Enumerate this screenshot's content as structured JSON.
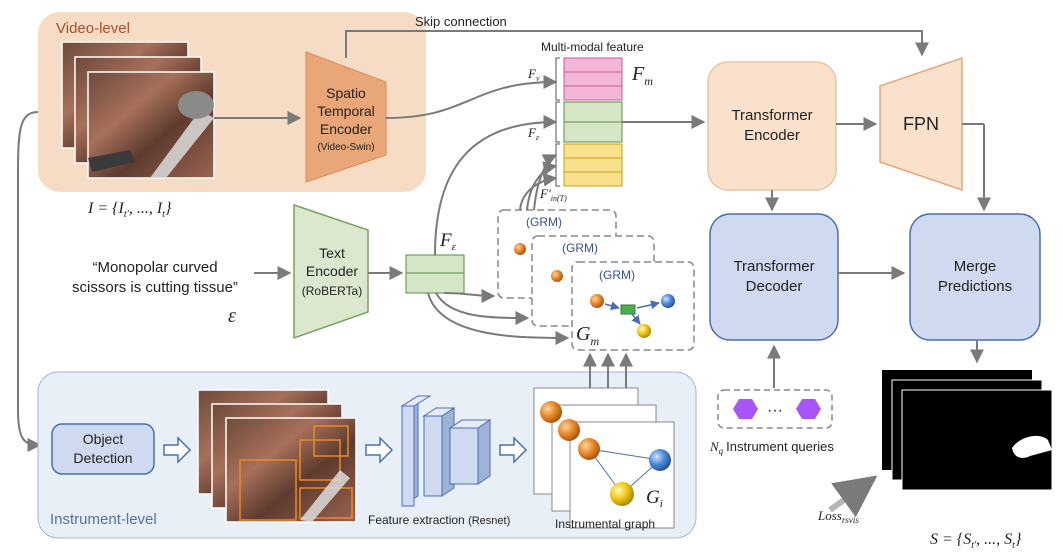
{
  "video_level": {
    "title": "Video-level",
    "input_formula": "I = {I",
    "input_formula_sub1": "t′",
    "input_formula_rest": ", ..., I",
    "input_formula_sub2": "t",
    "input_formula_end": "}"
  },
  "spatio_encoder": {
    "line1": "Spatio",
    "line2": "Temporal",
    "line3": "Encoder",
    "sub": "(Video-Swin)"
  },
  "skip_connection": "Skip connection",
  "multimodal": {
    "title": "Multi-modal feature",
    "fv": "F",
    "fv_sub": "v",
    "fe": "F",
    "fe_sub": "ε",
    "fm": "F",
    "fm_sub": "m",
    "fin": "F′",
    "fin_sub": "in(T)"
  },
  "text": {
    "quote_line1": "“Monopolar curved",
    "quote_line2": "scissors is cutting tissue”",
    "epsilon": "ε",
    "encoder_line1": "Text",
    "encoder_line2": "Encoder",
    "encoder_line3": "(RoBERTa)",
    "feature": "F",
    "feature_sub": "ε"
  },
  "grm": {
    "label1": "(GRM)",
    "label2": "(GRM)",
    "label3": "(GRM)",
    "gm": "G",
    "gm_sub": "m"
  },
  "transformer_encoder": {
    "line1": "Transformer",
    "line2": "Encoder"
  },
  "fpn": "FPN",
  "transformer_decoder": {
    "line1": "Transformer",
    "line2": "Decoder"
  },
  "merge": {
    "line1": "Merge",
    "line2": "Predictions"
  },
  "queries": {
    "dots": "···",
    "nq": "N",
    "nq_sub": "q",
    "label": "Instrument queries"
  },
  "instrument_level": {
    "title": "Instrument-level",
    "object_detection_line1": "Object",
    "object_detection_line2": "Detection",
    "feature_extraction": "Feature extraction",
    "feature_extraction_sub": "(Resnet)",
    "instrumental_graph": "Instrumental graph",
    "gi": "G",
    "gi_sub": "i"
  },
  "output": {
    "loss": "Loss",
    "loss_sub": "rsvis",
    "formula": "S = {S",
    "formula_sub1": "t′",
    "formula_rest": ", ..., S",
    "formula_sub2": "t",
    "formula_end": "}"
  },
  "colors": {
    "video_bg": "#f6dcc4",
    "instrument_bg": "#e8eff7",
    "spatio": "#e8a679",
    "text_encoder": "#dbe8cf",
    "transformer_encoder": "#f9e1cc",
    "transformer_decoder": "#cfd9ef",
    "pink": "#f3b6d6",
    "green": "#d4e6c6",
    "yellow": "#f9e08c",
    "query": "#a855f7",
    "arrow": "#7a7a7a"
  }
}
